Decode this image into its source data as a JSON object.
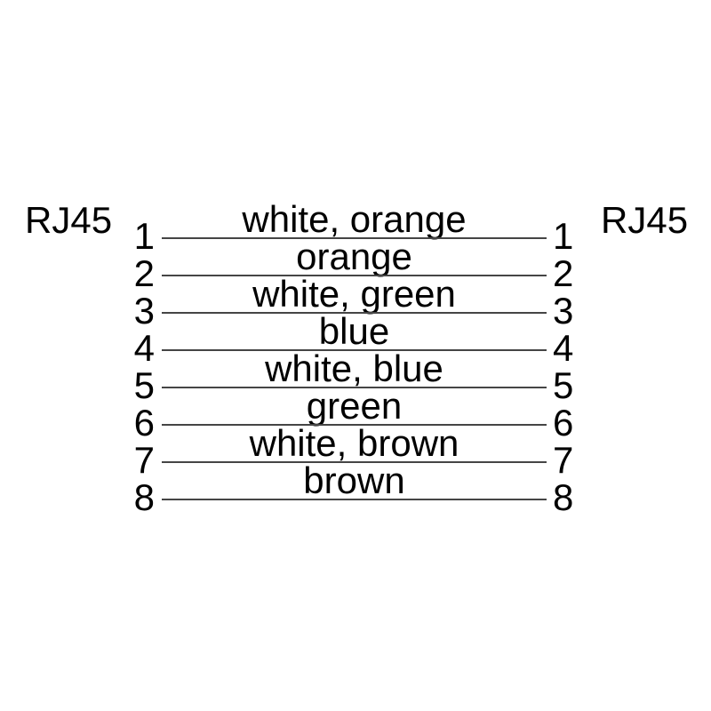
{
  "diagram": {
    "left_connector_label": "RJ45",
    "right_connector_label": "RJ45",
    "rows": [
      {
        "pin_left": "1",
        "wire_color": "white, orange",
        "pin_right": "1"
      },
      {
        "pin_left": "2",
        "wire_color": "orange",
        "pin_right": "2"
      },
      {
        "pin_left": "3",
        "wire_color": "white, green",
        "pin_right": "3"
      },
      {
        "pin_left": "4",
        "wire_color": "blue",
        "pin_right": "4"
      },
      {
        "pin_left": "5",
        "wire_color": "white, blue",
        "pin_right": "5"
      },
      {
        "pin_left": "6",
        "wire_color": "green",
        "pin_right": "6"
      },
      {
        "pin_left": "7",
        "wire_color": "white, brown",
        "pin_right": "7"
      },
      {
        "pin_left": "8",
        "wire_color": "brown",
        "pin_right": "8"
      }
    ],
    "colors": {
      "background": "#ffffff",
      "text": "#000000",
      "wire_line": "#454545"
    }
  }
}
